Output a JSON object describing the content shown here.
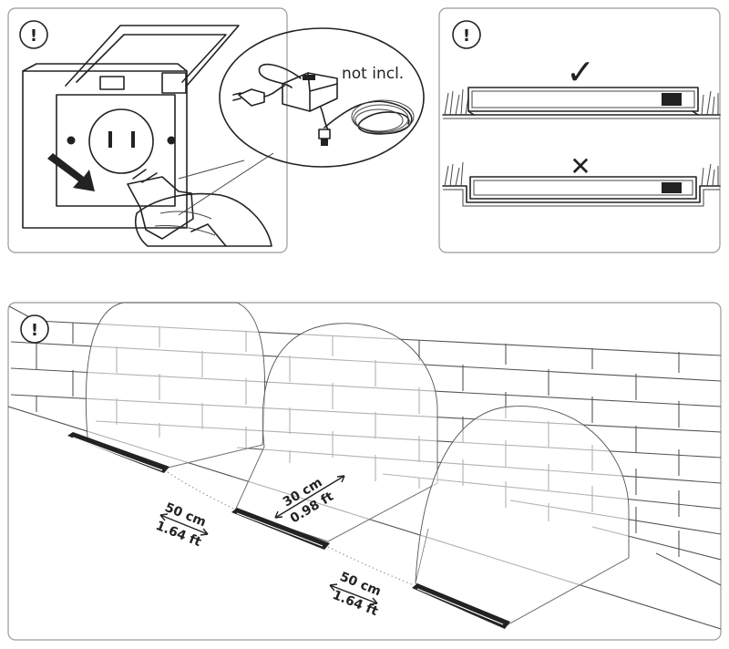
{
  "callout": {
    "not_included": "not incl."
  },
  "marks": {
    "correct": "✓",
    "incorrect": "✕",
    "warning": "!"
  },
  "distances": {
    "spacing_1": {
      "metric": "50 cm",
      "imperial": "1.64 ft"
    },
    "spacing_2": {
      "metric": "50 cm",
      "imperial": "1.64 ft"
    },
    "wall_distance": {
      "metric": "30 cm",
      "imperial": "0.98 ft"
    }
  }
}
